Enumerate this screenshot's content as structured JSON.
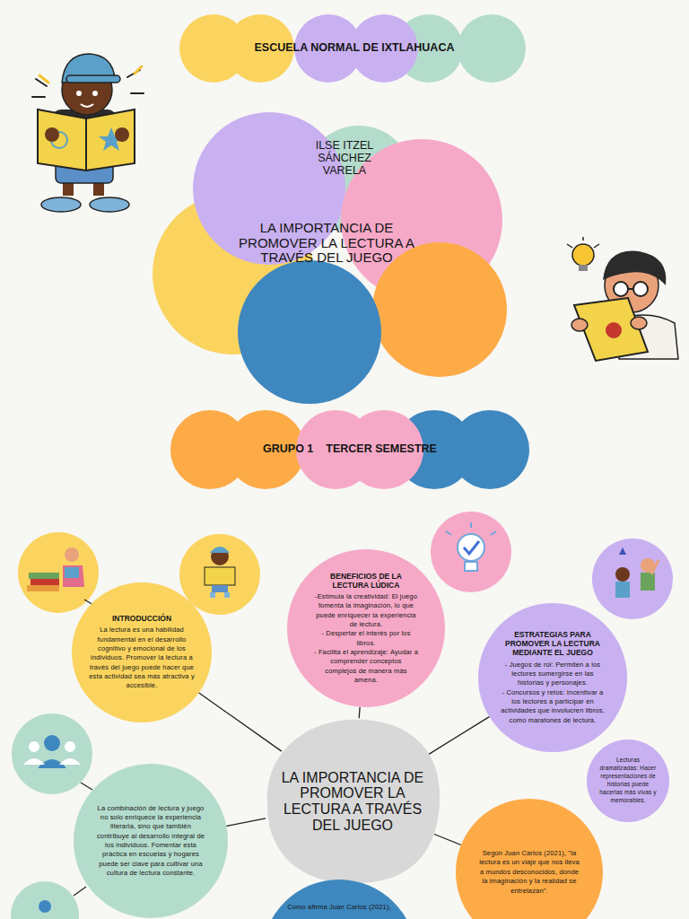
{
  "diagram": {
    "nodes": [
      {
        "text": [
          "ESCUELA NORMAL DE IXTLAHUACA"
        ]
      },
      {
        "text": [
          "ILSE ITZEL SÁNCHEZ VARELA",
          "LA IMPORTANCIA DE PROMOVER LA LECTURA A TRAVÉS DEL JUEGO"
        ]
      },
      {
        "text": [
          "GRUPO 1",
          "TERCER SEMESTRE"
        ]
      },
      {
        "text": [
          "LA IMPORTANCIA DE PROMOVER LA LECTURA A TRAVÉS DEL JUEGO"
        ]
      },
      {
        "text": [
          "INTRODUCCIÓN",
          "La lectura es una habilidad fundamental en el desarrollo cognitivo y emocional de los individuos. Promover la lectura a través del juego puede hacer que esta actividad sea más atractiva y accesible."
        ]
      },
      {
        "text": [
          "BENEFICIOS DE LA LECTURA LÚDICA",
          "-Estimula la creatividad: El juego fomenta la imaginación, lo que puede enriquecer la experiencia de lectura.",
          "- Despertar el interés por los libros.",
          "- Facilita el aprendizaje: Ayudar a comprender conceptos complejos de manera más amena."
        ]
      },
      {
        "text": [
          "ESTRATEGIAS PARA PROMOVER LA LECTURA MEDIANTE EL JUEGO",
          "- Juegos de rol: Permiten a los lectores sumergirse en las historias y personajes.",
          "- Concursos y retos: Incentivar a los lectores a participar en actividades que involucren libros, como maratones de lectura."
        ]
      },
      {
        "text": [
          "Lecturas dramatizadas: Hacer representaciones de historias puede hacerlas más vivas y memorables."
        ]
      },
      {
        "text": [
          "Según Juan Carlos (2021), \"la lectura es un viaje que nos lleva a mundos desconocidos, donde la imaginación y la realidad se entrelazan\"."
        ]
      },
      {
        "text": [
          "Como afirma Juan Carlos (2021),"
        ]
      },
      {
        "text": [
          "La combinación de lectura y juego no solo enriquece la experiencia literaria, sino que también contribuye al desarrollo integral de los individuos. Fomentar esta práctica en escuelas y hogares puede ser clave para cultivar una cultura de lectura constante."
        ]
      }
    ],
    "edges": [
      {
        "from": 3,
        "to": 4,
        "arrow": "none"
      },
      {
        "from": 3,
        "to": 5,
        "arrow": "none"
      },
      {
        "from": 3,
        "to": 6,
        "arrow": "none"
      },
      {
        "from": 3,
        "to": 8,
        "arrow": "none"
      },
      {
        "from": 3,
        "to": 9,
        "arrow": "none"
      },
      {
        "from": 3,
        "to": 10,
        "arrow": "none"
      }
    ]
  }
}
